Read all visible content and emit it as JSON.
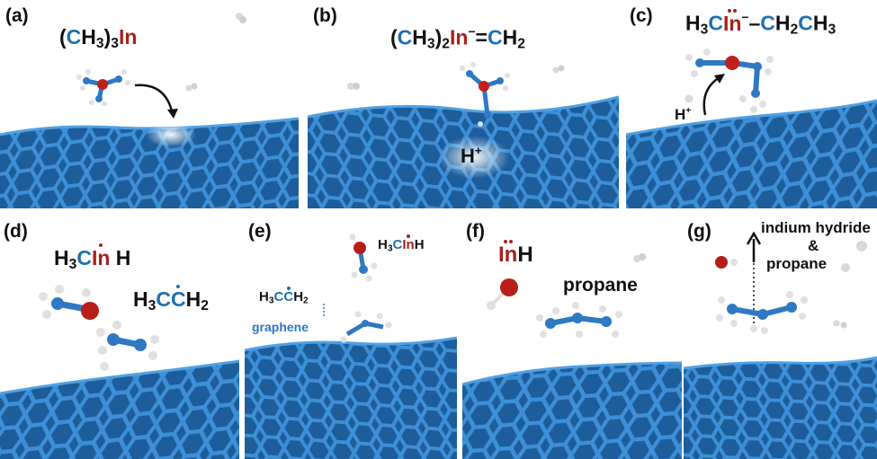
{
  "panels": {
    "a": {
      "label": "(a)",
      "f1": "(",
      "f2": "C",
      "f3": "H",
      "f4": "3",
      "f5": ")",
      "f6": "3",
      "f7": "In"
    },
    "b": {
      "label": "(b)",
      "f1": "(",
      "f2": "C",
      "f3": "H",
      "f4": "3",
      "f5": ")",
      "f6": "2",
      "f7": "In",
      "f8": "=",
      "f9": "C",
      "f10": "H",
      "f11": "2",
      "note": "H",
      "note_sup": "+"
    },
    "c": {
      "label": "(c)",
      "f1": "H",
      "f2": "3",
      "f3": "C",
      "f4": "In",
      "f5": "–",
      "f6": "C",
      "f7": "H",
      "f8": "2",
      "f9": "C",
      "f10": "H",
      "f11": "3",
      "note": "H",
      "note_sup": "+"
    },
    "d": {
      "label": "(d)",
      "f1": "H",
      "f2": "3",
      "f3": "C",
      "f4": "In",
      "f5": "H",
      "g1": "H",
      "g2": "3",
      "g3": "C",
      "g4": "C",
      "g5": "H",
      "g6": "2"
    },
    "e": {
      "label": "(e)",
      "f1": "H",
      "f2": "3",
      "f3": "C",
      "f4": "In",
      "f5": "H",
      "g1": "H",
      "g2": "3",
      "g3": "C",
      "g4": "C",
      "g5": "H",
      "g6": "2",
      "note": "graphene"
    },
    "f": {
      "label": "(f)",
      "f1": "In",
      "f2": "H",
      "note": "propane"
    },
    "g": {
      "label": "(g)",
      "note1": "indium hydride",
      "note2": "&",
      "note3": "propane"
    }
  },
  "colors": {
    "graphene": "#2a6fae",
    "metal": "#f0b429",
    "indium": "#c0201a",
    "carbon": "#2f78c2",
    "hydrogen": "#e8e8e8"
  }
}
